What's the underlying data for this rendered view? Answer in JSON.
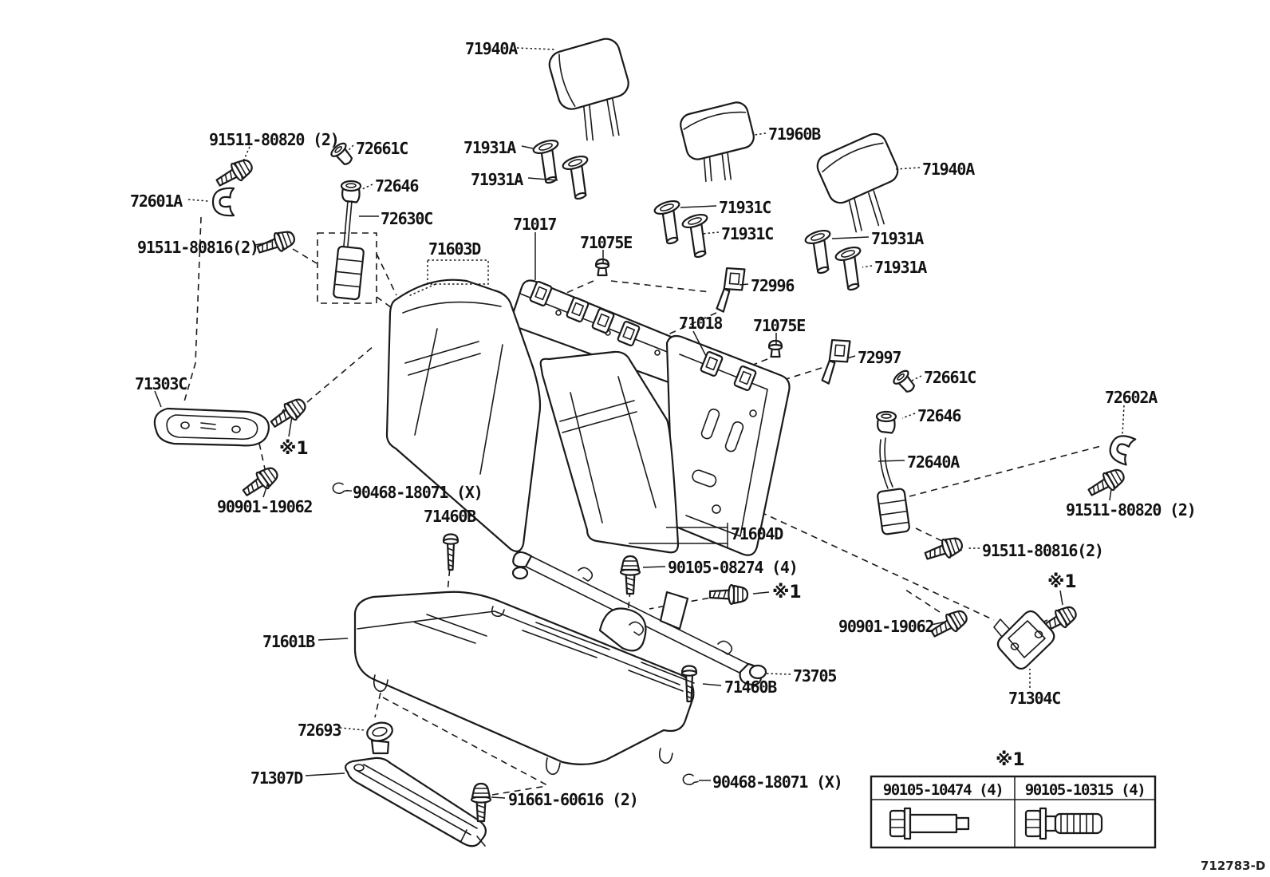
{
  "page": {
    "background": "#ffffff",
    "line_color": "#1a1a1a"
  },
  "drawing_number": "712783-D",
  "labels": [
    {
      "text": "71940A"
    },
    {
      "text": "91511-80820 (2)"
    },
    {
      "text": "72661C"
    },
    {
      "text": "72646"
    },
    {
      "text": "72601A"
    },
    {
      "text": "72630C"
    },
    {
      "text": "91511-80816(2)"
    },
    {
      "text": "71603D"
    },
    {
      "text": "71017"
    },
    {
      "text": "71075E"
    },
    {
      "text": "71931A"
    },
    {
      "text": "71931A"
    },
    {
      "text": "71960B"
    },
    {
      "text": "71940A"
    },
    {
      "text": "71931C"
    },
    {
      "text": "71931C"
    },
    {
      "text": "71931A"
    },
    {
      "text": "71931A"
    },
    {
      "text": "72996"
    },
    {
      "text": "71018"
    },
    {
      "text": "71075E"
    },
    {
      "text": "72997"
    },
    {
      "text": "72661C"
    },
    {
      "text": "72646"
    },
    {
      "text": "72602A"
    },
    {
      "text": "72640A"
    },
    {
      "text": "91511-80820 (2)"
    },
    {
      "text": "91511-80816(2)"
    },
    {
      "text": "71303C"
    },
    {
      "text": "※1"
    },
    {
      "text": "90901-19062"
    },
    {
      "text": "90468-18071 (X)"
    },
    {
      "text": "71460B"
    },
    {
      "text": "71604D"
    },
    {
      "text": "90105-08274 (4)"
    },
    {
      "text": "※1"
    },
    {
      "text": "71601B"
    },
    {
      "text": "73705"
    },
    {
      "text": "71460B"
    },
    {
      "text": "90901-19062"
    },
    {
      "text": "※1"
    },
    {
      "text": "71304C"
    },
    {
      "text": "72693"
    },
    {
      "text": "71307D"
    },
    {
      "text": "91661-60616 (2)"
    },
    {
      "text": "90468-18071 (X)"
    }
  ],
  "table": {
    "ref_mark": "※1",
    "cells": [
      {
        "part": "90105-10474 (4)"
      },
      {
        "part": "90105-10315 (4)"
      }
    ]
  }
}
